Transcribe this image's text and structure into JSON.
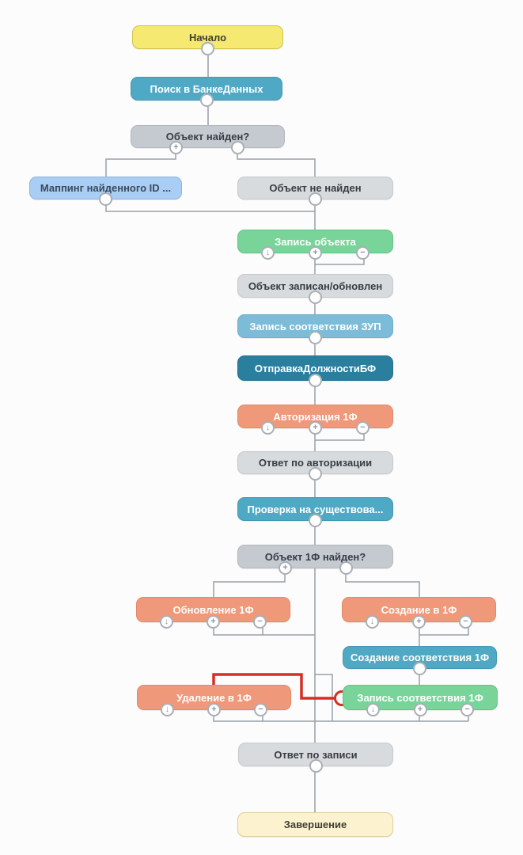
{
  "nodes": {
    "start": {
      "label": "Начало"
    },
    "search_bank": {
      "label": "Поиск в БанкеДанных"
    },
    "object_found": {
      "label": "Объект найден?"
    },
    "mapping_id": {
      "label": "Маппинг найденного ID ..."
    },
    "object_not_found": {
      "label": "Объект не найден"
    },
    "write_object": {
      "label": "Запись объекта"
    },
    "object_written": {
      "label": "Объект записан/обновлен"
    },
    "write_match_zup": {
      "label": "Запись соответствия ЗУП"
    },
    "send_position_bf": {
      "label": "ОтправкаДолжностиБФ"
    },
    "auth_1f": {
      "label": "Авторизация 1Ф"
    },
    "auth_response": {
      "label": "Ответ по авторизации"
    },
    "check_existence": {
      "label": "Проверка на существова..."
    },
    "object_1f_found": {
      "label": "Объект 1Ф найден?"
    },
    "update_1f": {
      "label": "Обновление 1Ф"
    },
    "create_1f": {
      "label": "Создание в 1Ф"
    },
    "create_match_1f": {
      "label": "Создание соответствия 1Ф"
    },
    "delete_1f": {
      "label": "Удаление в 1Ф"
    },
    "write_match_1f": {
      "label": "Запись соответствия 1Ф"
    },
    "write_response": {
      "label": "Ответ по записи"
    },
    "finish": {
      "label": "Завершение"
    }
  },
  "glyphs": {
    "plus": "+",
    "minus": "−",
    "down": "↓"
  },
  "colors": {
    "start_yellow": "#f5e971",
    "teal": "#4fa9c5",
    "light_blue": "#7dbcd9",
    "dark_teal": "#2a7f9f",
    "mapping_blue": "#a9cdf3",
    "green": "#79d49a",
    "orange": "#f0987a",
    "gateway_gray": "#c4cad0",
    "status_gray": "#d8dbde",
    "finish_cream": "#fcf2cf",
    "connector_gray": "#9aa0a6",
    "highlight_red": "#d62e20"
  }
}
